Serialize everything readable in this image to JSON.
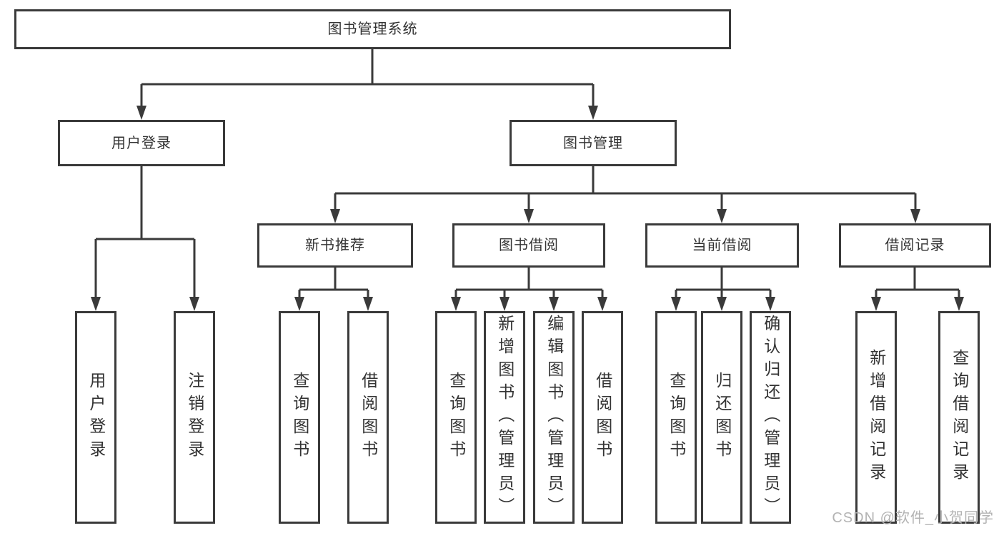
{
  "nodes": {
    "root": {
      "label": "图书管理系统"
    },
    "user_login": {
      "label": "用户登录"
    },
    "book_mgmt": {
      "label": "图书管理"
    },
    "new_book_rec": {
      "label": "新书推荐"
    },
    "book_borrow": {
      "label": "图书借阅"
    },
    "current_borrow": {
      "label": "当前借阅"
    },
    "borrow_record": {
      "label": "借阅记录"
    },
    "leaf_user_login": {
      "label": "用户登录"
    },
    "leaf_logout": {
      "label": "注销登录"
    },
    "leaf_query_book_rec": {
      "label": "查询图书"
    },
    "leaf_borrow_book_rec": {
      "label": "借阅图书"
    },
    "leaf_query_book_borrow": {
      "label": "查询图书"
    },
    "leaf_add_book_admin": {
      "label": "新增图书（管理员）"
    },
    "leaf_edit_book_admin": {
      "label": "编辑图书（管理员）"
    },
    "leaf_borrow_book_borrow": {
      "label": "借阅图书"
    },
    "leaf_query_book_current": {
      "label": "查询图书"
    },
    "leaf_return_book": {
      "label": "归还图书"
    },
    "leaf_confirm_return_admin": {
      "label": "确认归还（管理员）"
    },
    "leaf_add_borrow_record": {
      "label": "新增借阅记录"
    },
    "leaf_query_borrow_record": {
      "label": "查询借阅记录"
    }
  },
  "edges": [
    [
      "root",
      "user_login"
    ],
    [
      "root",
      "book_mgmt"
    ],
    [
      "user_login",
      "leaf_user_login"
    ],
    [
      "user_login",
      "leaf_logout"
    ],
    [
      "book_mgmt",
      "new_book_rec"
    ],
    [
      "book_mgmt",
      "book_borrow"
    ],
    [
      "book_mgmt",
      "current_borrow"
    ],
    [
      "book_mgmt",
      "borrow_record"
    ],
    [
      "new_book_rec",
      "leaf_query_book_rec"
    ],
    [
      "new_book_rec",
      "leaf_borrow_book_rec"
    ],
    [
      "book_borrow",
      "leaf_query_book_borrow"
    ],
    [
      "book_borrow",
      "leaf_add_book_admin"
    ],
    [
      "book_borrow",
      "leaf_edit_book_admin"
    ],
    [
      "book_borrow",
      "leaf_borrow_book_borrow"
    ],
    [
      "current_borrow",
      "leaf_query_book_current"
    ],
    [
      "current_borrow",
      "leaf_return_book"
    ],
    [
      "current_borrow",
      "leaf_confirm_return_admin"
    ],
    [
      "borrow_record",
      "leaf_add_borrow_record"
    ],
    [
      "borrow_record",
      "leaf_query_borrow_record"
    ]
  ],
  "watermark": {
    "text": "CSDN @软件_小贺同学"
  },
  "colors": {
    "line": "#3a3a3a",
    "text": "#333333",
    "watermark": "#b3b3b3",
    "background": "#ffffff"
  }
}
